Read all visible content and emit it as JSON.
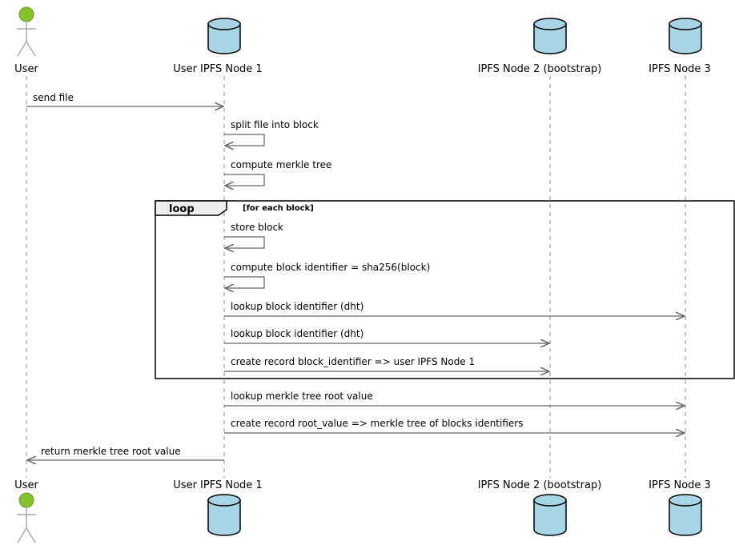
{
  "colors": {
    "actor_head": "#84C12C",
    "database_fill": "#A8D5E5",
    "outline": "#000000",
    "lifeline": "#888888",
    "arrow": "#666666"
  },
  "participants": [
    {
      "id": "user",
      "label": "User",
      "kind": "actor"
    },
    {
      "id": "node1",
      "label": "User IPFS Node 1",
      "kind": "database"
    },
    {
      "id": "node2",
      "label": "IPFS Node 2 (bootstrap)",
      "kind": "database"
    },
    {
      "id": "node3",
      "label": "IPFS Node 3",
      "kind": "database"
    }
  ],
  "loop": {
    "keyword": "loop",
    "guard": "[for each block]"
  },
  "messages": [
    {
      "from": "user",
      "to": "node1",
      "text": "send file"
    },
    {
      "from": "node1",
      "to": "node1",
      "text": "split file into block"
    },
    {
      "from": "node1",
      "to": "node1",
      "text": "compute merkle tree"
    },
    {
      "from": "node1",
      "to": "node1",
      "text": "store block"
    },
    {
      "from": "node1",
      "to": "node1",
      "text": "compute block identifier = sha256(block)"
    },
    {
      "from": "node1",
      "to": "node3",
      "text": "lookup block identifier (dht)"
    },
    {
      "from": "node1",
      "to": "node2",
      "text": "lookup block identifier (dht)"
    },
    {
      "from": "node1",
      "to": "node2",
      "text": "create record block_identifier => user IPFS Node 1"
    },
    {
      "from": "node1",
      "to": "node3",
      "text": "lookup merkle tree root value"
    },
    {
      "from": "node1",
      "to": "node3",
      "text": "create record root_value => merkle tree of blocks identifiers"
    },
    {
      "from": "node1",
      "to": "user",
      "text": "return merkle tree root value"
    }
  ]
}
